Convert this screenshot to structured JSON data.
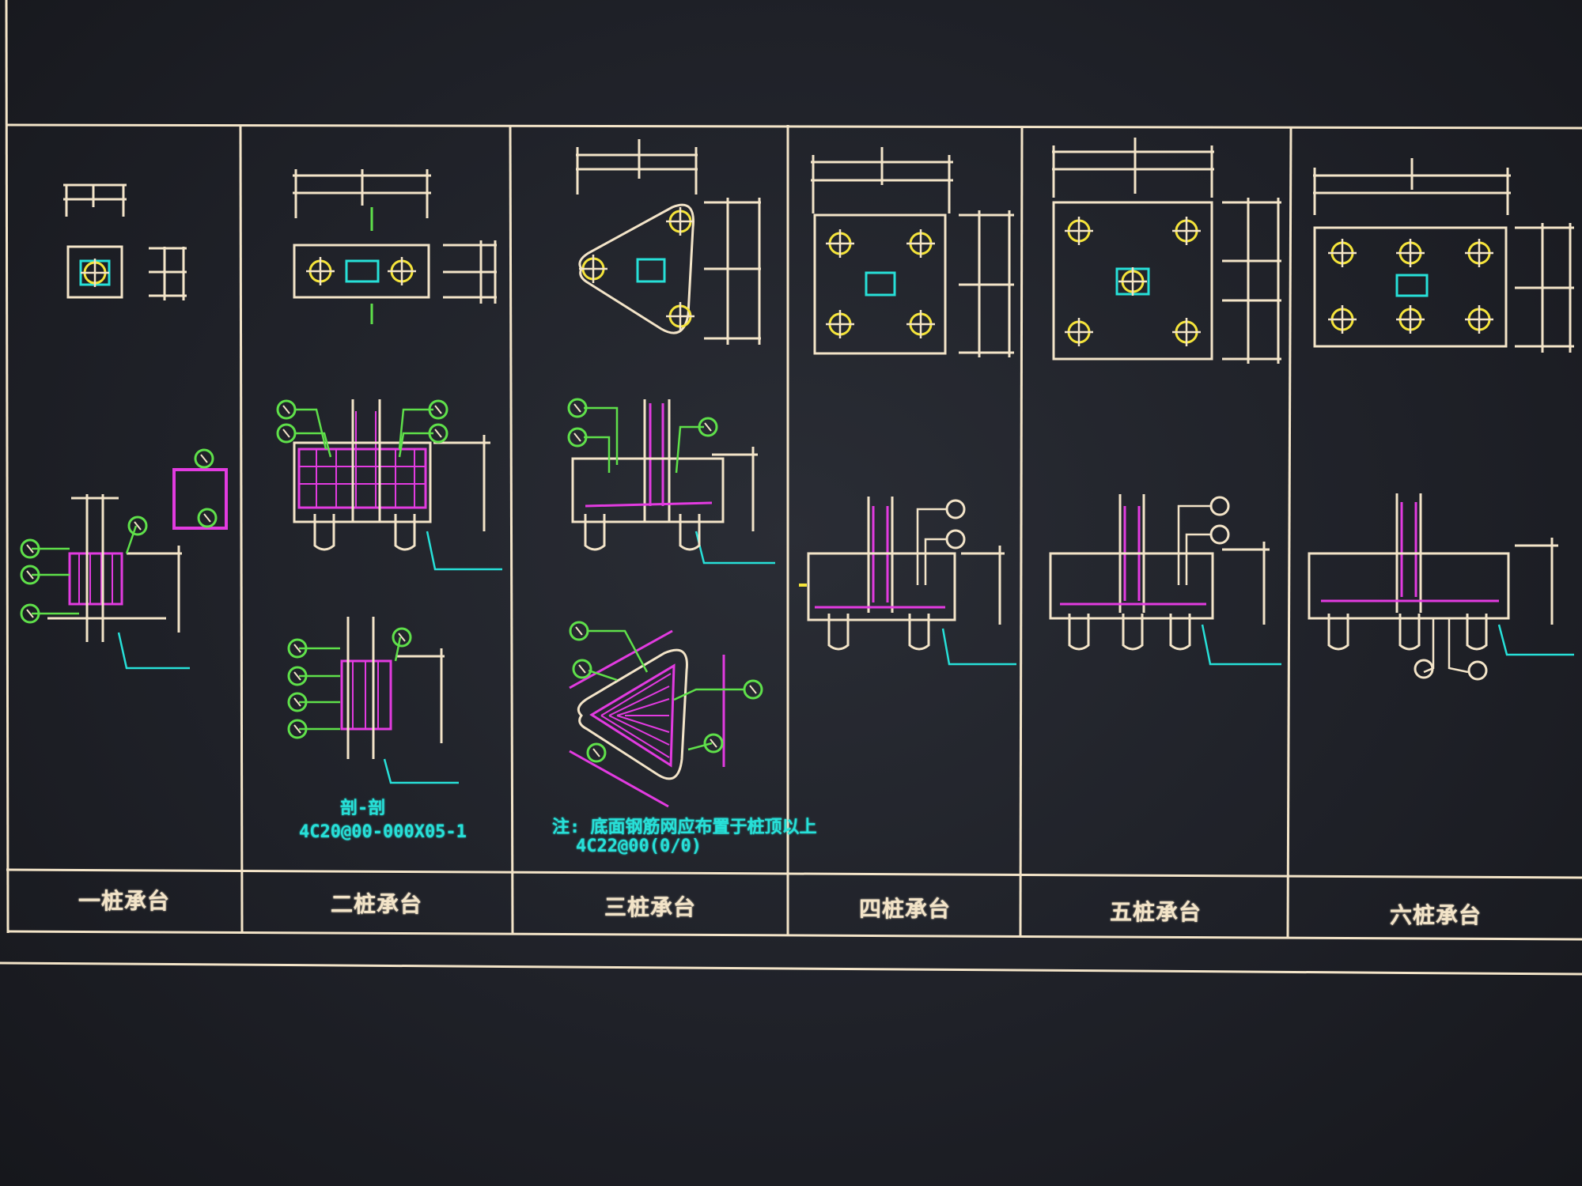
{
  "drawing": {
    "columns": [
      {
        "title": "一桩承台"
      },
      {
        "title": "二桩承台"
      },
      {
        "title": "三桩承台"
      },
      {
        "title": "四桩承台"
      },
      {
        "title": "五桩承台"
      },
      {
        "title": "六桩承台"
      }
    ],
    "notes": {
      "col2_section_label": "剖-剖",
      "col2_note": "4C20@00-000X05-1",
      "col3_note_line1": "注: 底面钢筋网应布置于桩顶以上",
      "col3_note_line2": "4C22@00(0/0)"
    }
  },
  "colors": {
    "frame": "#f3e4c8",
    "rebar": "#e23be0",
    "leader": "#5fe04a",
    "label": "#27e0d8",
    "anchor": "#f5e43a",
    "background": "#1f2128"
  },
  "icons": [
    "pile-bolt-icon",
    "callout-circle-icon",
    "dimension-line-icon"
  ]
}
